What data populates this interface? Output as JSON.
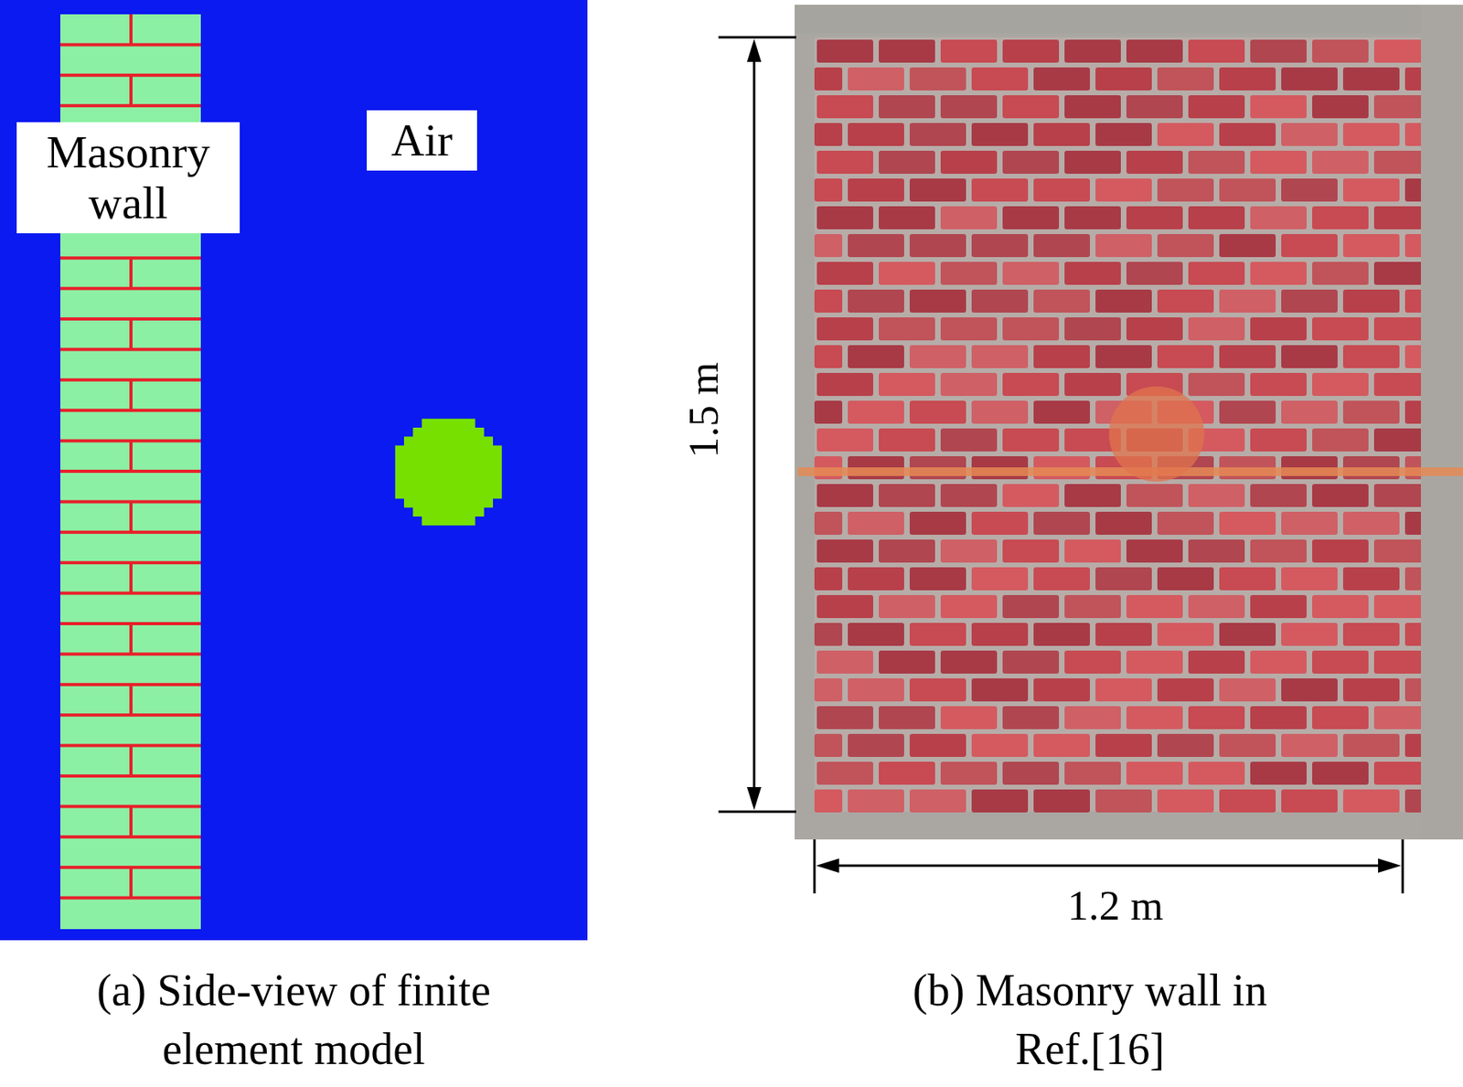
{
  "diagram": {
    "nodes": [
      {
        "text": [
          "Masonry wall"
        ]
      },
      {
        "text": [
          "Air"
        ]
      }
    ],
    "labels": [
      "1.5 m",
      "1.2 m",
      "(a) Side-view of finite element model",
      "(b) Masonry wall in Ref.[16]"
    ]
  }
}
